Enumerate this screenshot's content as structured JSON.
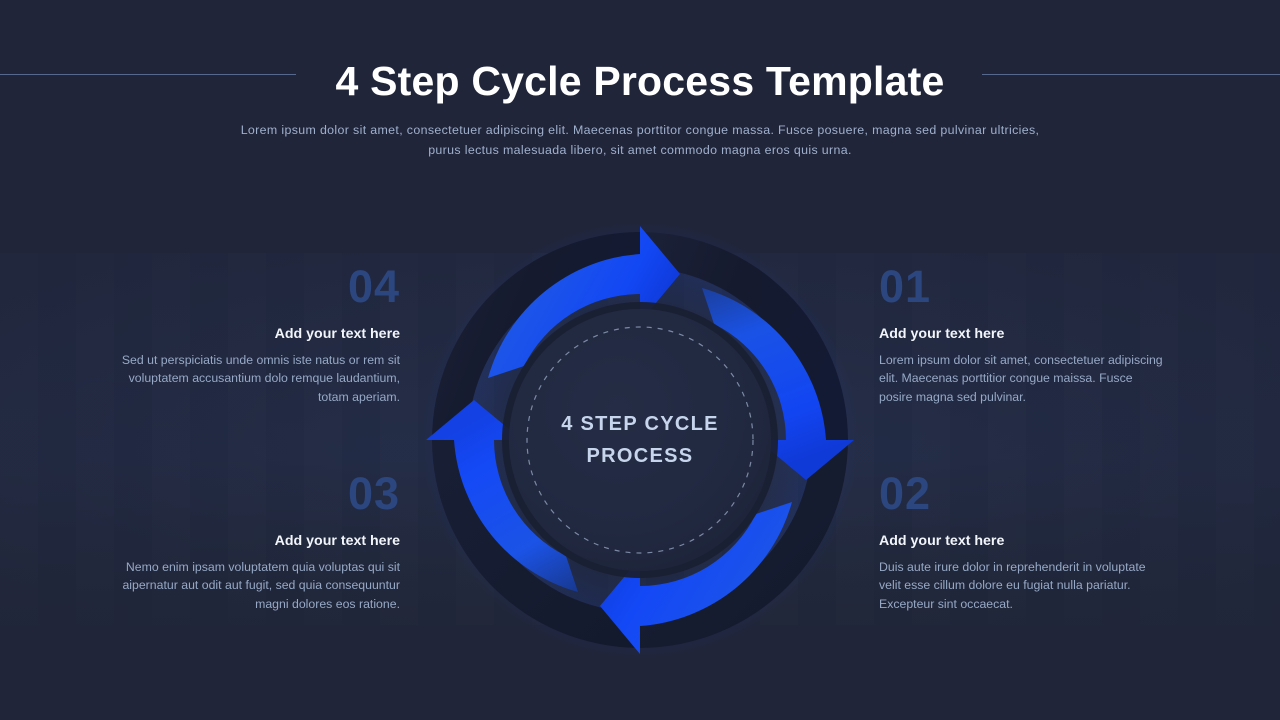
{
  "header": {
    "title": "4 Step Cycle Process Template",
    "subtitle": "Lorem ipsum dolor sit amet, consectetuer adipiscing elit. Maecenas porttitor congue massa. Fusce posuere, magna sed pulvinar ultricies, purus lectus malesuada libero, sit amet commodo magna eros quis urna."
  },
  "center": {
    "line1": "4 STEP CYCLE",
    "line2": "PROCESS"
  },
  "colors": {
    "background": "#20253a",
    "accent_blue": "#1144ee",
    "accent_blue_light": "#2a6bff",
    "number_blue": "#2c467f",
    "heading": "#f2f5fa",
    "body_text": "#97a9c6",
    "rule": "#56688c",
    "center_text": "#c6d5ec"
  },
  "steps": [
    {
      "number": "01",
      "heading": "Add your text here",
      "body": "Lorem ipsum dolor sit amet, consectetuer adipiscing elit. Maecenas porttitior congue maissa. Fusce posire magna sed pulvinar.",
      "align": "right"
    },
    {
      "number": "02",
      "heading": "Add your text here",
      "body": "Duis aute irure dolor in reprehenderit in voluptate velit esse cillum dolore eu fugiat nulla pariatur. Excepteur sint occaecat.",
      "align": "right"
    },
    {
      "number": "03",
      "heading": "Add your text here",
      "body": "Nemo enim ipsam voluptatem quia voluptas qui sit aipernatur aut odit aut fugit, sed quia consequuntur magni dolores eos ratione.",
      "align": "left"
    },
    {
      "number": "04",
      "heading": "Add your text here",
      "body": "Sed ut perspiciatis unde omnis iste natus or rem sit voluptatem accusantium dolo remque laudantium, totam aperiam.",
      "align": "left"
    }
  ]
}
